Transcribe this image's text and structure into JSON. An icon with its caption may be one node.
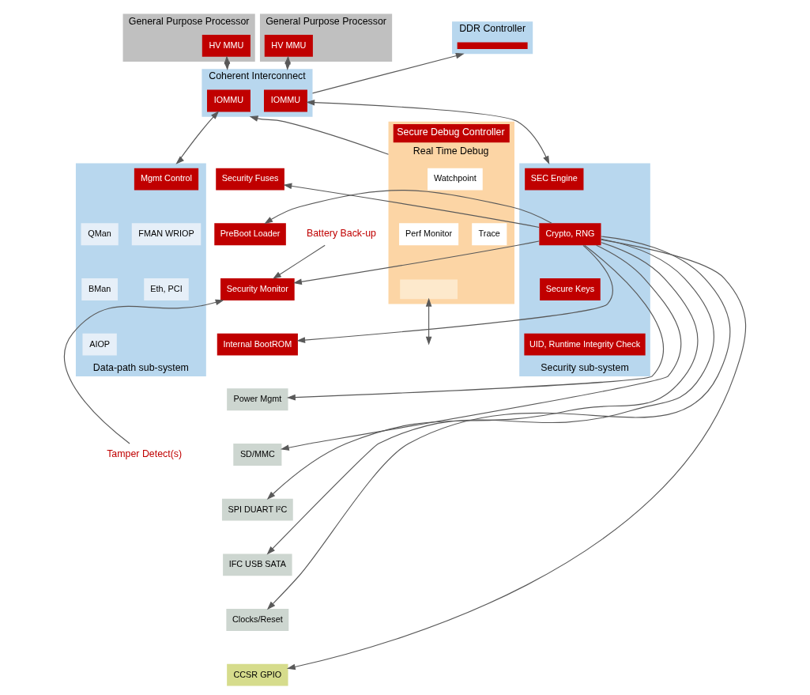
{
  "diagram": {
    "nodes": [
      {
        "text": [
          "General Purpose Processor"
        ]
      },
      {
        "text": [
          "HV MMU"
        ],
        "in": 0
      },
      {
        "text": [
          "General Purpose Processor"
        ]
      },
      {
        "text": [
          "HV MMU"
        ],
        "in": 2
      },
      {
        "text": [
          "DDR Controller"
        ]
      },
      {
        "text": [],
        "shape": "bar",
        "in": 4
      },
      {
        "text": [
          "Coherent Interconnect"
        ]
      },
      {
        "text": [
          "IOMMU"
        ],
        "in": 6
      },
      {
        "text": [
          "IOMMU"
        ],
        "in": 6
      },
      {
        "text": [
          "Battery Back-up"
        ]
      },
      {
        "text": [
          "Tamper Detect(s)"
        ]
      },
      {
        "text": [
          "Security Fuses"
        ]
      },
      {
        "text": [
          "PreBoot Loader"
        ]
      },
      {
        "text": [
          "Security Monitor"
        ]
      },
      {
        "text": [
          "Internal BootROM"
        ]
      },
      {
        "text": [
          "Power Mgmt"
        ]
      },
      {
        "text": [
          "SD/MMC"
        ]
      },
      {
        "text": [
          "SPI DUART I²C"
        ]
      },
      {
        "text": [
          "IFC USB SATA"
        ]
      },
      {
        "text": [
          "Clocks/Reset"
        ]
      },
      {
        "text": [
          "CCSR GPIO"
        ]
      },
      {
        "text": [
          "Security sub-system"
        ]
      },
      {
        "text": [
          "SEC Engine"
        ],
        "in": 21
      },
      {
        "text": [
          "Crypto, RNG"
        ],
        "in": 21
      },
      {
        "text": [
          "Secure Keys"
        ],
        "in": 21
      },
      {
        "text": [
          "UID, Runtime Integrity Check"
        ],
        "in": 21
      },
      {
        "text": [
          "Data-path sub-system"
        ]
      },
      {
        "text": [
          "Mgmt Control"
        ],
        "in": 26
      },
      {
        "text": [
          "QMan"
        ],
        "in": 26
      },
      {
        "text": [
          "FMAN WRIOP"
        ],
        "in": 26
      },
      {
        "text": [
          "BMan"
        ],
        "in": 26
      },
      {
        "text": [
          "AIOP"
        ],
        "in": 26
      },
      {
        "text": [
          "Eth, PCI"
        ],
        "in": 26
      },
      {
        "text": [
          "Secure Debug Controller",
          "Real Time Debug"
        ]
      },
      {
        "text": [
          "Watchpoint"
        ],
        "in": 33
      },
      {
        "text": [
          "Perf Monitor"
        ],
        "in": 33
      },
      {
        "text": [
          "Trace"
        ],
        "in": 33
      },
      {
        "text": [],
        "shape": "box",
        "in": 33
      }
    ],
    "edges": [
      {
        "from": 1,
        "to": 6,
        "arrow": "both"
      },
      {
        "from": 3,
        "to": 6,
        "arrow": "both"
      },
      {
        "from": 6,
        "to": 4,
        "arrow": "to"
      },
      {
        "from": 7,
        "to": 21,
        "arrow": "both"
      },
      {
        "from": 8,
        "to": 26,
        "arrow": "both"
      },
      {
        "from": 33,
        "to": 6,
        "arrow": "to"
      },
      {
        "from": 37,
        "to": null,
        "arrow": "both"
      },
      {
        "from": 9,
        "to": 13,
        "arrow": "to"
      },
      {
        "from": 10,
        "to": 13,
        "arrow": "to"
      },
      {
        "from": 23,
        "to": 11,
        "arrow": "to"
      },
      {
        "from": 23,
        "to": 12,
        "arrow": "to"
      },
      {
        "from": 23,
        "to": 13,
        "arrow": "to"
      },
      {
        "from": 23,
        "to": 14,
        "arrow": "to"
      },
      {
        "from": 23,
        "to": 15,
        "arrow": "to"
      },
      {
        "from": 23,
        "to": 16,
        "arrow": "to"
      },
      {
        "from": 23,
        "to": 17,
        "arrow": "to"
      },
      {
        "from": 23,
        "to": 18,
        "arrow": "to"
      },
      {
        "from": 23,
        "to": 19,
        "arrow": "to"
      },
      {
        "from": 23,
        "to": 20,
        "arrow": "to"
      }
    ]
  }
}
